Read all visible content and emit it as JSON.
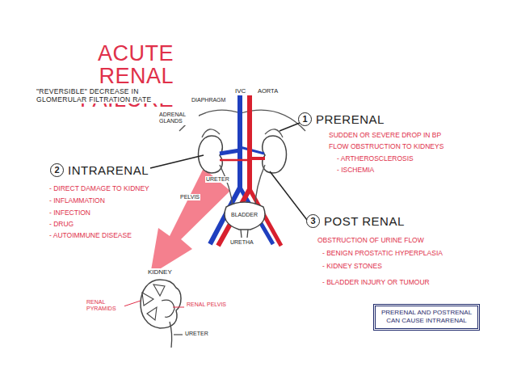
{
  "diagram": {
    "title": "ACUTE RENAL FAILURE",
    "nodes": [
      {
        "text": [
          "1",
          "PRERENAL"
        ]
      },
      {
        "text": [
          "2",
          "INTRARENAL"
        ]
      },
      {
        "text": [
          "3",
          "POST RENAL"
        ]
      },
      {
        "text": [
          "PRERENAL AND POSTRENAL CAN CAUSE INTRARENAL"
        ]
      }
    ],
    "labels": [
      "\"REVERSIBLE\" DECREASE IN GLOMERULAR FILTRATION RATE",
      "DIAPHRAGM",
      "IVC",
      "AORTA",
      "ADRENAL GLANDS",
      "URETER",
      "PELVIS",
      "BLADDER",
      "URETHA",
      "SUDDEN OR SEVERE DROP IN BP",
      "FLOW OBSTRUCTION TO KIDNEYS",
      "- ARTHEROSCLEROSIS",
      "- ISCHEMIA",
      "- DIRECT DAMAGE TO KIDNEY",
      "- INFLAMMATION",
      "- INFECTION",
      "- DRUG",
      "- AUTOIMMUNE DISEASE",
      "OBSTRUCTION OF URINE FLOW",
      "- BENIGN PROSTATIC HYPERPLASIA",
      "- KIDNEY STONES",
      "- BLADDER INJURY OR TUMOUR",
      "KIDNEY",
      "RENAL PYRAMIDS",
      "RENAL PELVIS",
      "URETER"
    ]
  }
}
